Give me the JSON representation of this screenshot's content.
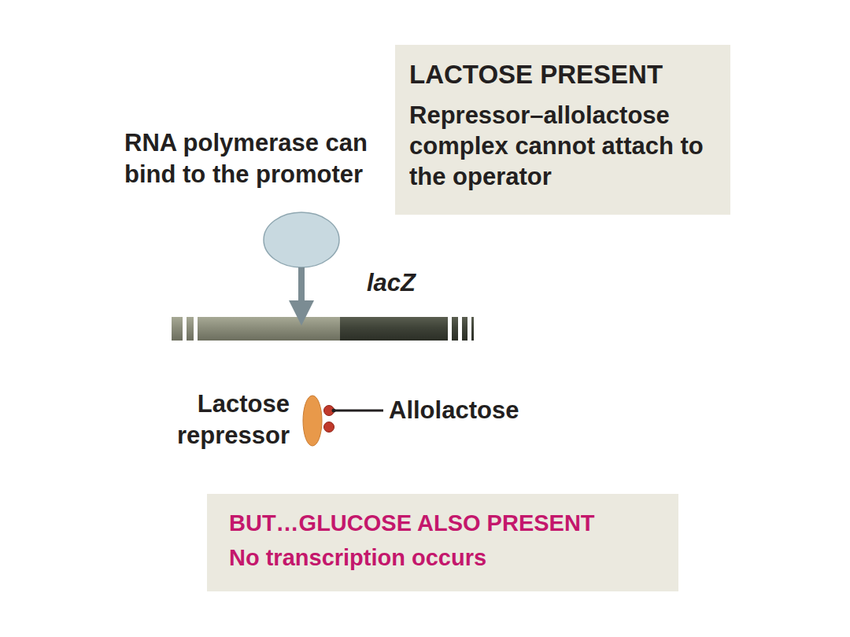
{
  "diagram": {
    "nodes": [
      {
        "text": [
          "LACTOSE PRESENT",
          "Repressor–allolactose complex cannot attach to the operator"
        ]
      },
      {
        "text": [
          "BUT…GLUCOSE ALSO PRESENT",
          "No transcription occurs"
        ]
      }
    ],
    "labels": [
      "RNA polymerase can bind to the promoter",
      "lacZ",
      "Lactose repressor",
      "Allolactose"
    ]
  }
}
